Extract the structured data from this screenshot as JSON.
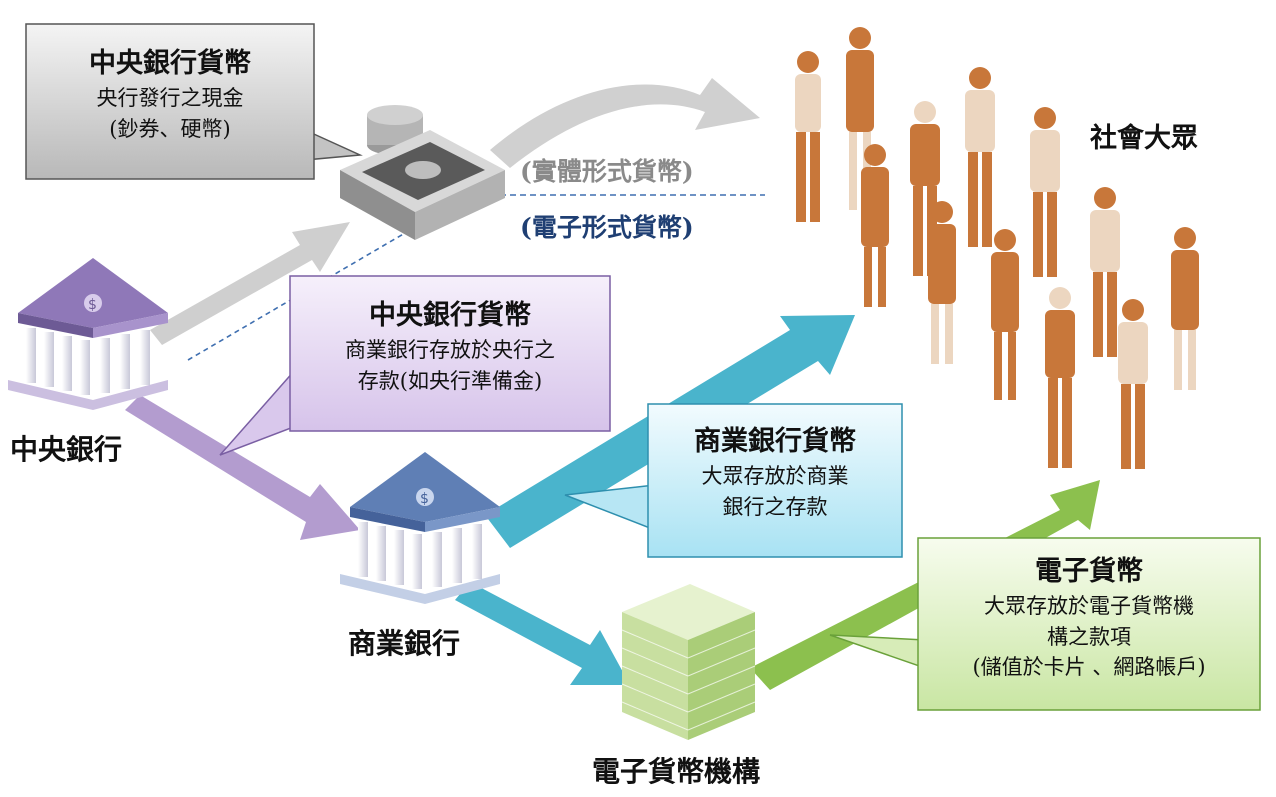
{
  "nodes": {
    "central_bank": "中央銀行",
    "commercial_bank": "商業銀行",
    "e_money_institution": "電子貨幣機構",
    "public": "社會大眾"
  },
  "form_labels": {
    "physical": "(實體形式貨幣)",
    "electronic": "(電子形式貨幣)"
  },
  "callouts": {
    "cb_currency": {
      "title": "中央銀行貨幣",
      "lines": [
        "央行發行之現金",
        "(鈔券、硬幣)"
      ]
    },
    "cb_reserves": {
      "title": "中央銀行貨幣",
      "lines": [
        "商業銀行存放於央行之",
        "存款(如央行準備金)"
      ]
    },
    "commercial_money": {
      "title": "商業銀行貨幣",
      "lines": [
        "大眾存放於商業",
        "銀行之存款"
      ]
    },
    "e_money": {
      "title": "電子貨幣",
      "lines": [
        "大眾存放於電子貨幣機",
        "構之款項",
        "(儲值於卡片 、網路帳戶)"
      ]
    }
  },
  "colors": {
    "gray_arrow": "#cfcfcf",
    "purple_arrow": "#b39ccf",
    "blue_arrow": "#4ab4cc",
    "green_arrow": "#8cc04e",
    "physical_text": "#8a8a8a",
    "electronic_text": "#1f3f73",
    "people": "#c8773a"
  }
}
